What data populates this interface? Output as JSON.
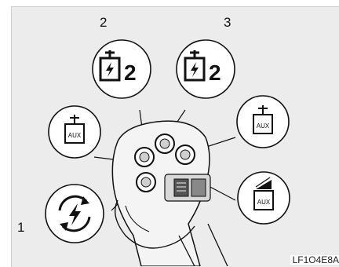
{
  "labels": {
    "callout_1": "1",
    "callout_2": "2",
    "callout_3": "3",
    "reference_code": "LF1O4E8A"
  },
  "icons": {
    "task_button_2_left": {
      "icon": "battery-charge-icon",
      "digit": "2"
    },
    "task_button_2_right": {
      "icon": "battery-charge-icon",
      "digit": "2"
    },
    "aux_left": {
      "icon": "aux-tank-icon",
      "text": "AUX"
    },
    "aux_right": {
      "icon": "aux-tank-icon",
      "text": "AUX"
    },
    "aux_incline": {
      "icon": "aux-incline-icon",
      "text": "AUX"
    },
    "cycle_power": {
      "icon": "cycle-power-icon"
    }
  },
  "colors": {
    "panel": "#ececec",
    "line": "#111111",
    "bubble_fill": "#ffffff",
    "handle_fill": "#f4f4f4"
  }
}
